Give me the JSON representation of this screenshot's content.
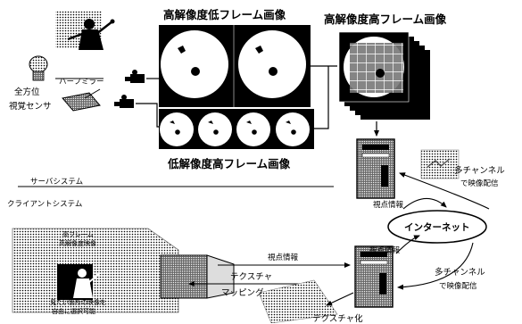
{
  "titles": {
    "high_res_low_frame": "高解像度低フレーム画像",
    "high_res_high_frame": "高解像度高フレーム画像",
    "low_res_high_frame": "低解像度高フレーム画像"
  },
  "sensor": {
    "half_mirror": "ハーフミラー",
    "omni_line1": "全方位",
    "omni_line2": "視覚センサ"
  },
  "sections": {
    "server": "サーバシステム",
    "client": "クライアントシステム"
  },
  "network": {
    "internet": "インターネット",
    "viewpoint_upper": "視点情報",
    "viewpoint_lower": "視点情報",
    "multi_upper_1": "多チャンネル",
    "multi_upper_2": "で映像配信",
    "multi_lower_1": "多チャンネル",
    "multi_lower_2": "で映像配信"
  },
  "client": {
    "viewpoint_center": "視点情報",
    "texture_mapping_1": "テクスチャ",
    "texture_mapping_2": "マッピング",
    "texturize": "テクスチャ化",
    "screen_1": "高フレーム",
    "screen_2": "高解像度映像",
    "screen_3": "見たい箇所の映像を",
    "screen_4": "自由に選択可能"
  },
  "colors": {
    "ink": "#000000",
    "paper": "#ffffff",
    "halftone": "#9a9a9a"
  }
}
